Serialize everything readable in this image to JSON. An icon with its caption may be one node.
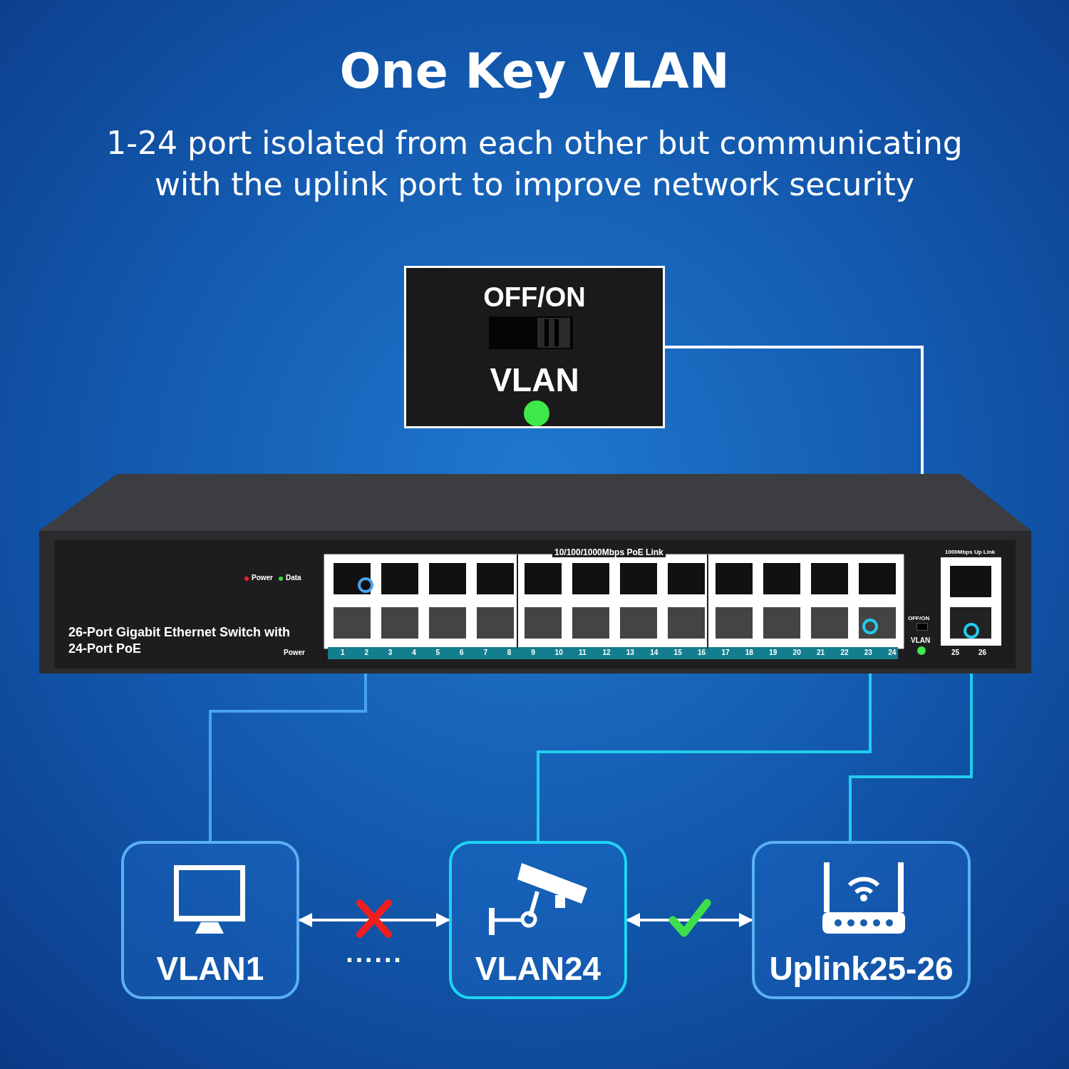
{
  "diagram": {
    "title": "One Key VLAN",
    "caption": "1-24 port isolated from each other but communicating with the uplink port to improve network security",
    "nodes": [
      {
        "text": [
          "OFF/ON",
          "VLAN"
        ]
      },
      {
        "text": [
          "26-Port Gigabit Ethernet Switch with 24-Port PoE"
        ]
      },
      {
        "text": [],
        "shape": "circle",
        "in": 1
      },
      {
        "text": [],
        "shape": "circle",
        "in": 1
      },
      {
        "text": [],
        "shape": "box",
        "in": 1
      },
      {
        "text": [],
        "shape": "circle",
        "in": 1
      },
      {
        "text": [
          "VLAN1"
        ]
      },
      {
        "text": [
          "VLAN24"
        ]
      },
      {
        "text": [
          "Uplink25-26"
        ]
      }
    ],
    "edges": [
      {
        "from": 0,
        "to": 4,
        "arrow": "none",
        "color": "#ffffff"
      },
      {
        "from": 2,
        "to": 6,
        "arrow": "none",
        "color": "#4aa3f0"
      },
      {
        "from": 3,
        "to": 7,
        "arrow": "none",
        "color": "#22ccee"
      },
      {
        "from": 5,
        "to": 8,
        "arrow": "none",
        "color": "#22ccee"
      },
      {
        "from": 6,
        "to": 7,
        "arrow": "both",
        "color": "#ffffff"
      },
      {
        "from": 7,
        "to": 8,
        "arrow": "both",
        "color": "#ffffff"
      }
    ],
    "labels": [
      "Power",
      "Data",
      "Power",
      "10/100/1000Mbps PoE Link",
      "1",
      "2",
      "3",
      "4",
      "5",
      "6",
      "7",
      "8",
      "9",
      "10",
      "11",
      "12",
      "13",
      "14",
      "15",
      "16",
      "17",
      "18",
      "19",
      "20",
      "21",
      "22",
      "23",
      "24",
      "1000Mbps Up Link",
      "25",
      "26",
      "OFF/ON",
      "VLAN",
      "······"
    ]
  }
}
